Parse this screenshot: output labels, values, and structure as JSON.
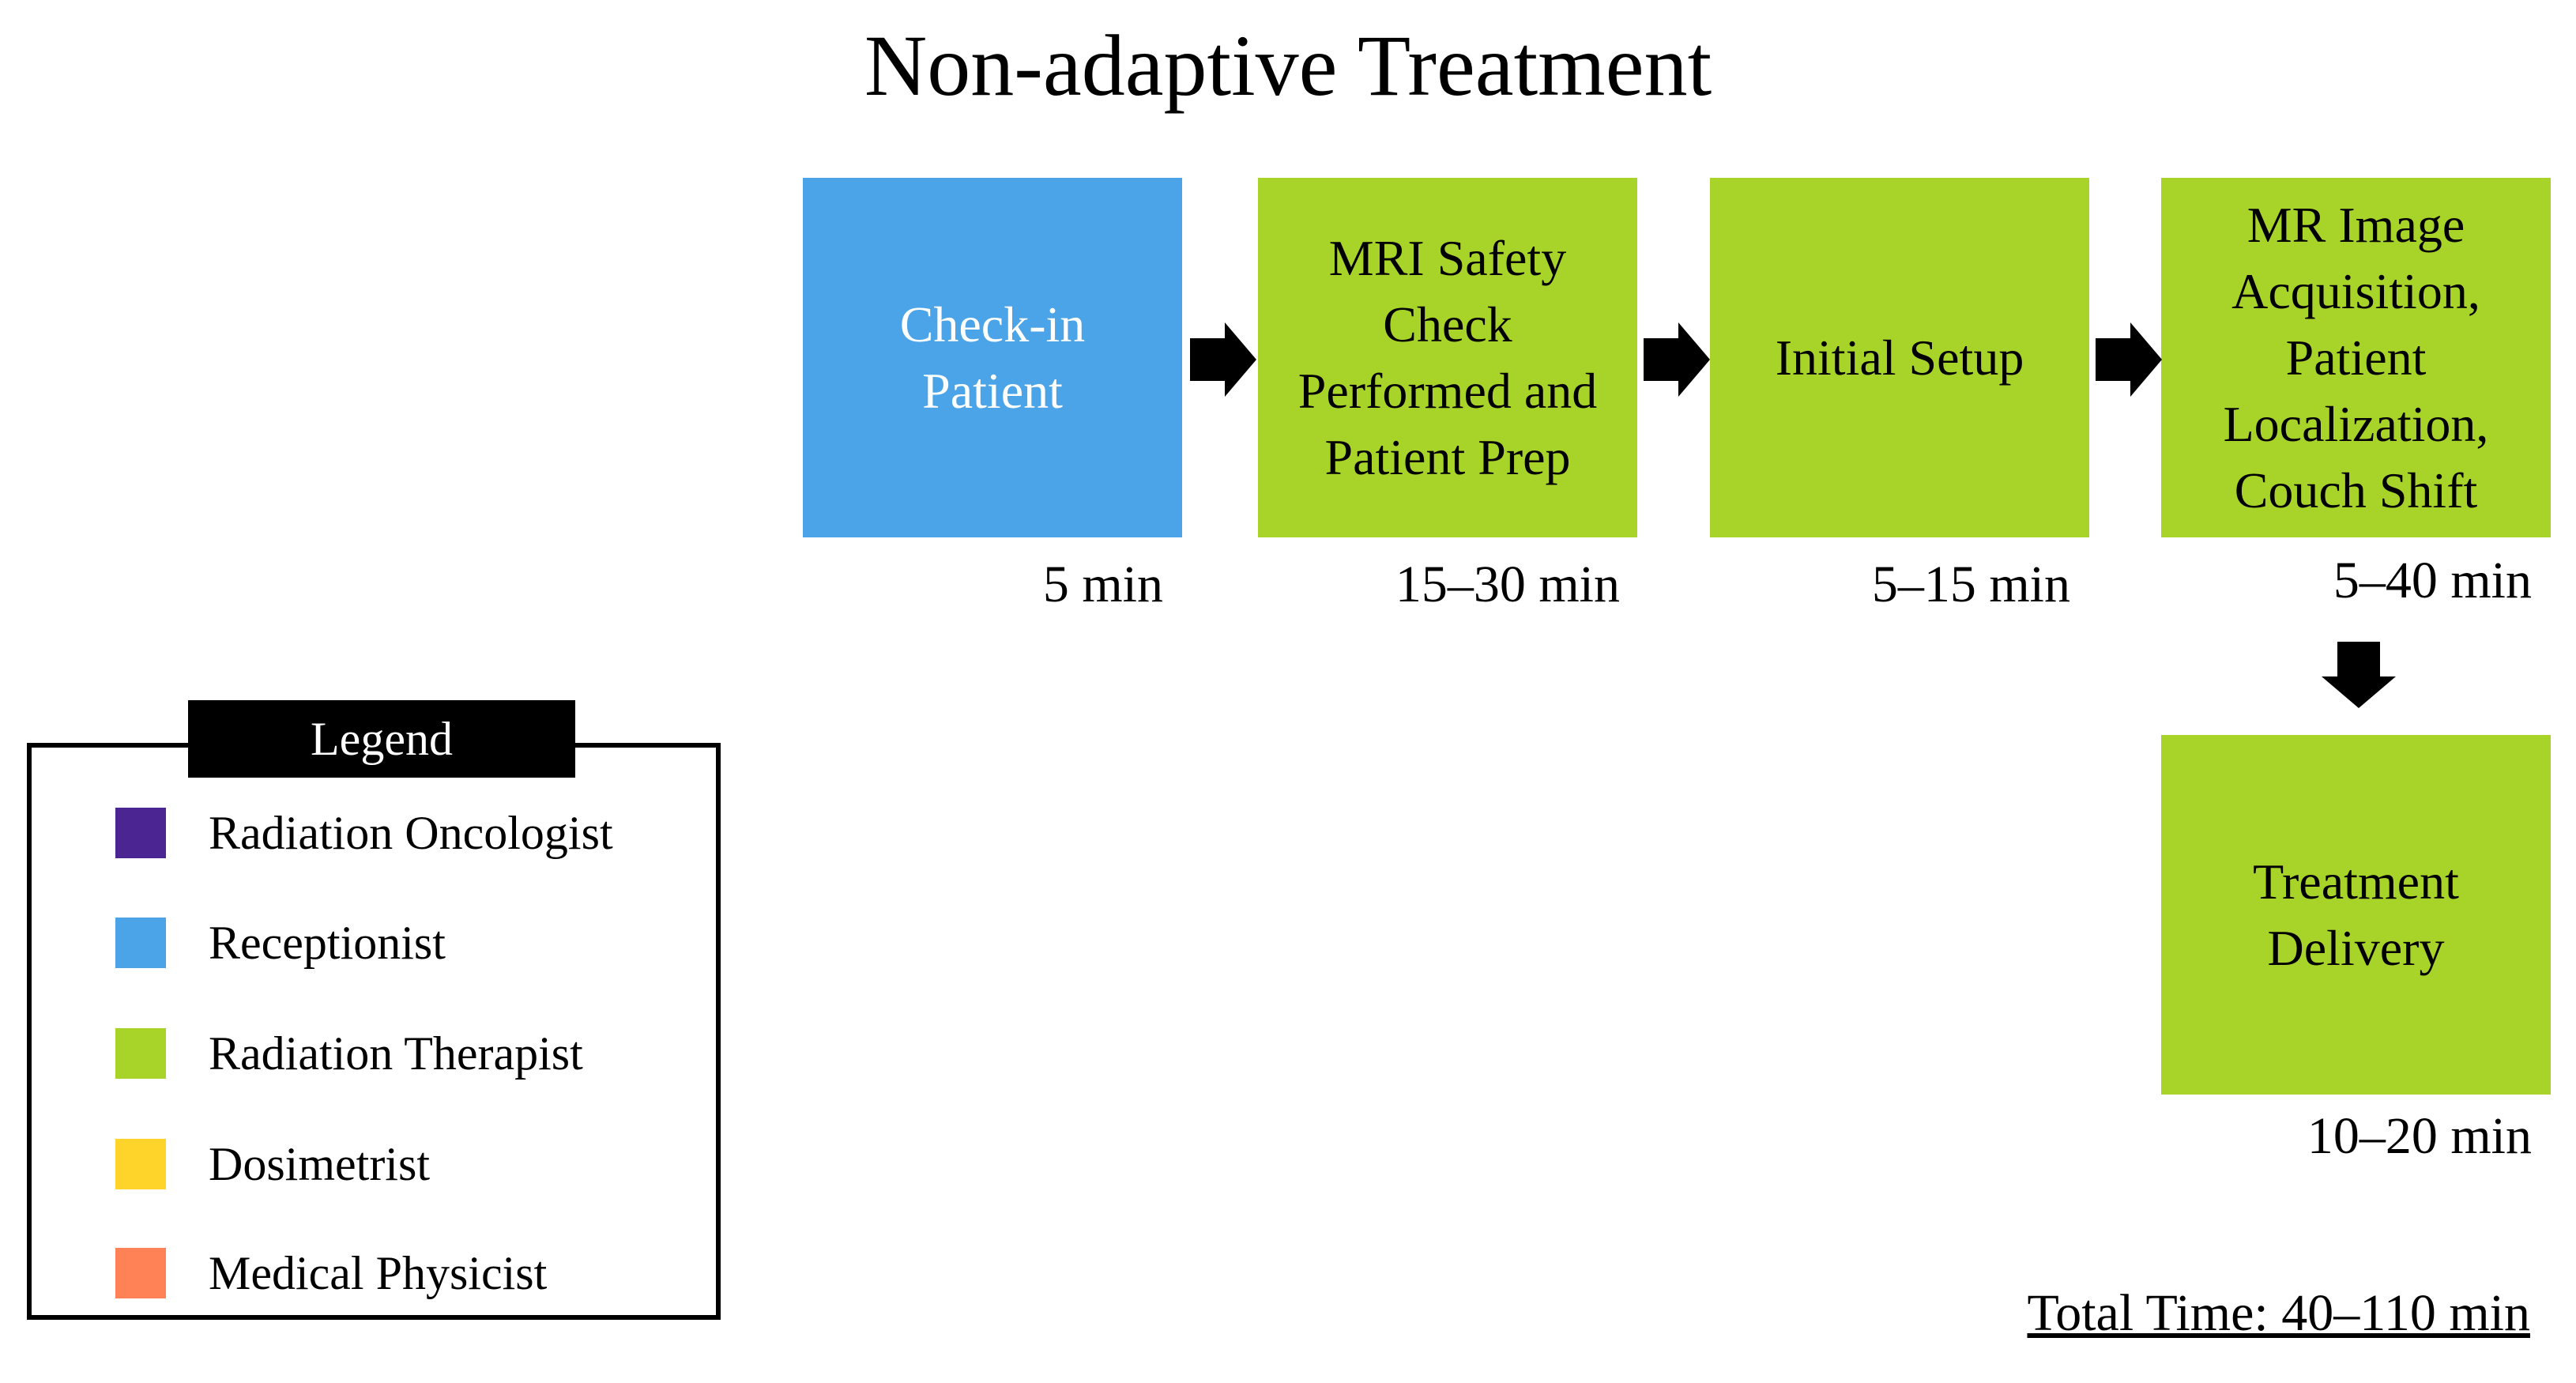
{
  "title": "Non-adaptive Treatment",
  "steps": [
    {
      "label": "Check-in\nPatient",
      "duration": "5 min",
      "color": "#4BA3E8",
      "text_color": "#ffffff"
    },
    {
      "label": "MRI Safety\nCheck\nPerformed and\nPatient Prep",
      "duration": "15–30 min",
      "color": "#A8D42A",
      "text_color": "#000000"
    },
    {
      "label": "Initial Setup",
      "duration": "5–15 min",
      "color": "#A8D42A",
      "text_color": "#000000"
    },
    {
      "label": "MR Image\nAcquisition,\nPatient\nLocalization,\nCouch Shift",
      "duration": "5–40 min",
      "color": "#A8D42A",
      "text_color": "#000000"
    },
    {
      "label": "Treatment\nDelivery",
      "duration": "10–20 min",
      "color": "#A8D42A",
      "text_color": "#000000"
    }
  ],
  "legend": {
    "title": "Legend",
    "items": [
      {
        "label": "Radiation Oncologist",
        "color": "#4B2592"
      },
      {
        "label": "Receptionist",
        "color": "#4BA3E8"
      },
      {
        "label": "Radiation Therapist",
        "color": "#A8D42A"
      },
      {
        "label": "Dosimetrist",
        "color": "#FFD42A"
      },
      {
        "label": "Medical Physicist",
        "color": "#FF8257"
      }
    ]
  },
  "total_time": "Total Time: 40–110 min"
}
